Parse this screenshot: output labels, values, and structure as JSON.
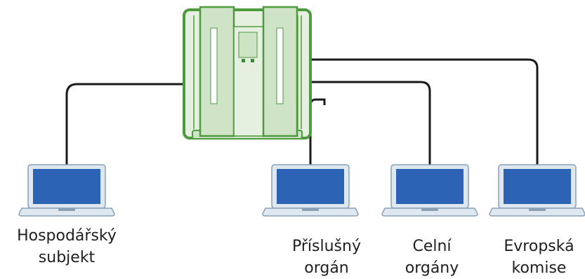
{
  "colors": {
    "server_outline": "#4e9a3f",
    "server_fill": "#e6f0e1",
    "server_panel": "#cfe3c7",
    "server_dark": "#3f8a34",
    "cable": "#1a1a1a",
    "screen": "#2c63b5",
    "laptop_frame": "#dfe8f0",
    "laptop_edge": "#8aa0b5"
  },
  "icons": {
    "server": "server-rack-icon",
    "laptop": "laptop-icon"
  },
  "nodes": [
    {
      "id": "hospodarsky",
      "lines": [
        "Hospodářský",
        "subjekt"
      ]
    },
    {
      "id": "prislusny",
      "lines": [
        "Příslušný",
        "orgán"
      ]
    },
    {
      "id": "celni",
      "lines": [
        "Celní",
        "orgány"
      ]
    },
    {
      "id": "evropska",
      "lines": [
        "Evropská",
        "komise"
      ]
    }
  ]
}
